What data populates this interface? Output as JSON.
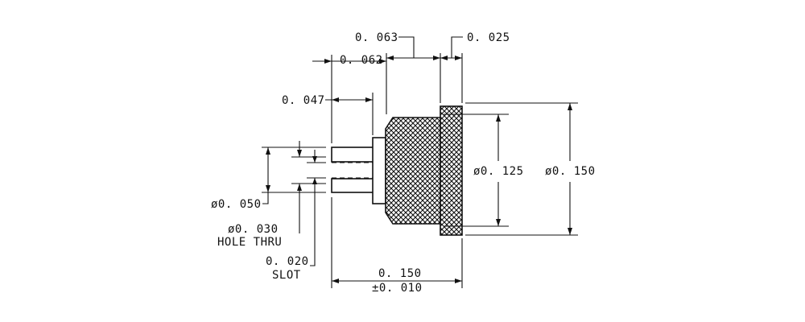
{
  "drawing": {
    "colors": {
      "ink": "#111111",
      "background": "#ffffff"
    },
    "dimensions": {
      "top_body_length": "0. 063",
      "flange_thickness": "0. 025",
      "shank_length": "0. 062",
      "pin_length": "0. 047",
      "flange_diameter": "ø0. 150",
      "body_diameter": "ø0. 125",
      "pin_diameter": "ø0. 050",
      "hole_diameter": "ø0. 030",
      "hole_note": "HOLE THRU",
      "slot_width": "0. 020",
      "slot_note": "SLOT",
      "overall_length": "0. 150",
      "overall_tolerance": "±0. 010"
    }
  }
}
